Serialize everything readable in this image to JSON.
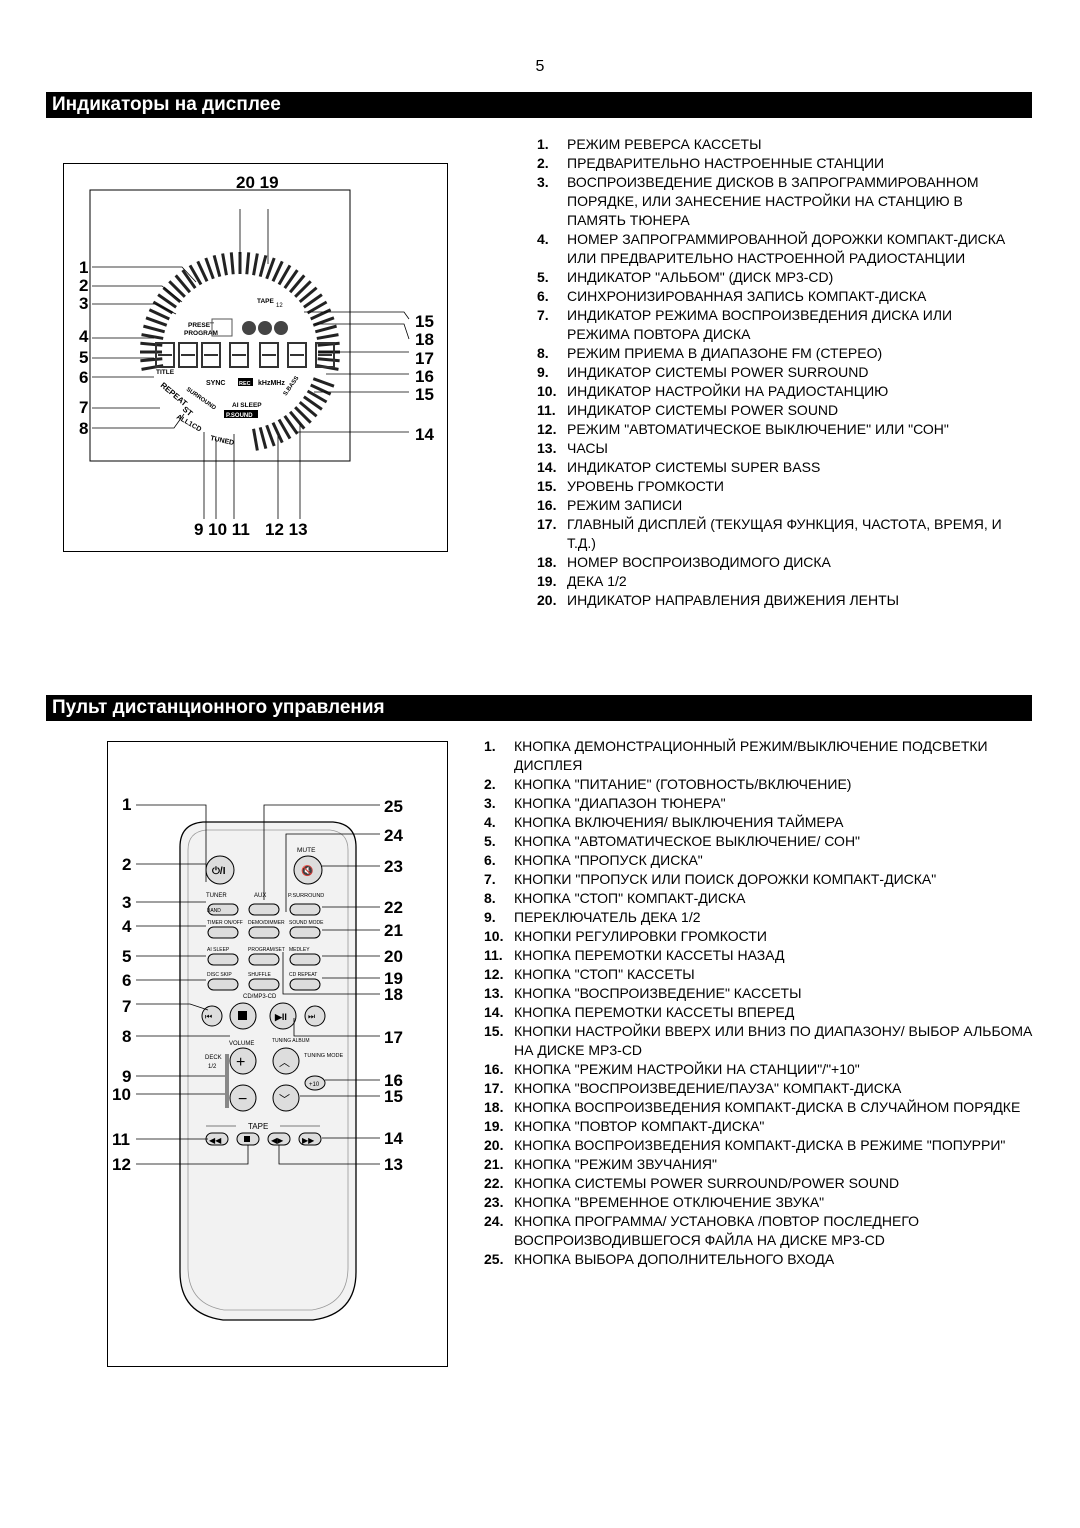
{
  "page_number": "5",
  "section1": {
    "title": "Индикаторы на дисплее",
    "callouts": {
      "left": [
        "1",
        "2",
        "3",
        "4",
        "5",
        "6",
        "7",
        "8"
      ],
      "right": [
        "15",
        "18",
        "17",
        "16",
        "15",
        "14"
      ],
      "top": "20 19",
      "bottom_a": "9 10 11",
      "bottom_b": "12 13"
    },
    "display_labels": {
      "preset": "PRESET",
      "program": "PROGRAM",
      "tape": "TAPE",
      "tape_num": "12",
      "title": "TITLE",
      "sync": "SYNC",
      "rec": "REC",
      "khzmhz": "kHzMHz",
      "ai_sleep": "AI SLEEP",
      "p_sound": "P.SOUND",
      "surround": "SURROUND",
      "sbass": "S.BASS",
      "repeat": "REPEAT",
      "st": "ST",
      "all1cd": "ALL1CD",
      "tuned": "TUNED"
    },
    "items": [
      {
        "n": "1.",
        "t": "РЕЖИМ РЕВЕРСА КАССЕТЫ"
      },
      {
        "n": "2.",
        "t": "ПРЕДВАРИТЕЛЬНО НАСТРОЕННЫЕ СТАНЦИИ"
      },
      {
        "n": "3.",
        "t": "ВОСПРОИЗВЕДЕНИЕ ДИСКОВ В ЗАПРОГРАММИРОВАННОМ ПОРЯДКЕ, ИЛИ ЗАНЕСЕНИЕ НАСТРОЙКИ НА СТАНЦИЮ В ПАМЯТЬ ТЮНЕРА"
      },
      {
        "n": "4.",
        "t": "НОМЕР ЗАПРОГРАММИРОВАННОЙ ДОРОЖКИ КОМПАКТ-ДИСКА ИЛИ ПРЕДВАРИТЕЛЬНО НАСТРОЕННОЙ РАДИОСТАНЦИИ"
      },
      {
        "n": "5.",
        "t": "ИНДИКАТОР \"АЛЬБОМ\" (ДИСК MP3-CD)"
      },
      {
        "n": "6.",
        "t": "СИНХРОНИЗИРОВАННАЯ ЗАПИСЬ КОМПАКТ-ДИСКА"
      },
      {
        "n": "7.",
        "t": "ИНДИКАТОР РЕЖИМА ВОСПРОИЗВЕДЕНИЯ ДИСКА ИЛИ РЕЖИМА ПОВТОРА ДИСКА"
      },
      {
        "n": "8.",
        "t": "РЕЖИМ ПРИЕМА В ДИАПАЗОНЕ FM (СТЕРЕО)"
      },
      {
        "n": "9.",
        "t": "ИНДИКАТОР СИСТЕМЫ POWER SURROUND"
      },
      {
        "n": "10.",
        "t": "ИНДИКАТОР НАСТРОЙКИ НА РАДИОСТАНЦИЮ"
      },
      {
        "n": "11.",
        "t": "ИНДИКАТОР СИСТЕМЫ POWER SOUND"
      },
      {
        "n": "12.",
        "t": "РЕЖИМ \"АВТОМАТИЧЕСКОЕ ВЫКЛЮЧЕНИЕ\" ИЛИ \"СОН\""
      },
      {
        "n": "13.",
        "t": "ЧАСЫ"
      },
      {
        "n": "14.",
        "t": "ИНДИКАТОР СИСТЕМЫ SUPER BASS"
      },
      {
        "n": "15.",
        "t": "УРОВЕНЬ ГРОМКОСТИ"
      },
      {
        "n": "16.",
        "t": "РЕЖИМ ЗАПИСИ"
      },
      {
        "n": "17.",
        "t": "ГЛАВНЫЙ ДИСПЛЕЙ (ТЕКУЩАЯ ФУНКЦИЯ, ЧАСТОТА, ВРЕМЯ, И Т.Д.)"
      },
      {
        "n": "18.",
        "t": "НОМЕР ВОСПРОИЗВОДИМОГО ДИСКА"
      },
      {
        "n": "19.",
        "t": "ДЕКА 1/2"
      },
      {
        "n": "20.",
        "t": "ИНДИКАТОР НАПРАВЛЕНИЯ ДВИЖЕНИЯ ЛЕНТЫ"
      }
    ]
  },
  "section2": {
    "title": "Пульт дистанционного управления",
    "callouts": {
      "left": [
        "1",
        "2",
        "3",
        "4",
        "5",
        "6",
        "7",
        "8",
        "9",
        "10",
        "11",
        "12"
      ],
      "right": [
        "25",
        "24",
        "23",
        "22",
        "21",
        "20",
        "19",
        "18",
        "17",
        "16",
        "15",
        "14",
        "13"
      ]
    },
    "remote_labels": {
      "mute": "MUTE",
      "tuner": "TUNER",
      "band": "BAND",
      "aux": "AUX",
      "psurround": "P.SURROUND",
      "timer": "TIMER ON/OFF",
      "demo": "DEMO/DIMMER",
      "sound_mode": "SOUND MODE",
      "ai_sleep": "AI SLEEP",
      "program_set": "PROGRAM/SET",
      "medley": "MEDLEY",
      "disc_skip": "DISC SKIP",
      "shuffle": "SHUFFLE",
      "cd_repeat": "CD REPEAT",
      "cdmp3": "CD/MP3-CD",
      "volume": "VOLUME",
      "tuning_album": "TUNING ALBUM",
      "deck": "DECK",
      "deck_num": "1/2",
      "tuning_mode": "TUNING MODE",
      "plus10": "+10",
      "tape": "TAPE"
    },
    "items": [
      {
        "n": "1.",
        "t": "КНОПКА ДЕМОНСТРАЦИОННЫЙ РЕЖИМ/ВЫКЛЮЧЕНИЕ ПОДСВЕТКИ ДИСПЛЕЯ"
      },
      {
        "n": "2.",
        "t": "КНОПКА \"ПИТАНИЕ\" (ГОТОВНОСТЬ/ВКЛЮЧЕНИЕ)"
      },
      {
        "n": "3.",
        "t": "КНОПКА \"ДИАПАЗОН ТЮНЕРА\""
      },
      {
        "n": "4.",
        "t": "КНОПКА ВКЛЮЧЕНИЯ/ ВЫКЛЮЧЕНИЯ ТАЙМЕРА"
      },
      {
        "n": "5.",
        "t": "КНОПКА \"АВТОМАТИЧЕСКОЕ ВЫКЛЮЧЕНИЕ/ СОН\""
      },
      {
        "n": "6.",
        "t": "КНОПКА \"ПРОПУСК ДИСКА\""
      },
      {
        "n": "7.",
        "t": "КНОПКИ \"ПРОПУСК ИЛИ ПОИСК ДОРОЖКИ КОМПАКТ-ДИСКА\""
      },
      {
        "n": "8.",
        "t": "КНОПКА \"СТОП\" КОМПАКТ-ДИСКА"
      },
      {
        "n": "9.",
        "t": "ПЕРЕКЛЮЧАТЕЛЬ ДЕКА 1/2"
      },
      {
        "n": "10.",
        "t": "КНОПКИ РЕГУЛИРОВКИ ГРОМКОСТИ"
      },
      {
        "n": "11.",
        "t": "КНОПКА ПЕРЕМОТКИ КАССЕТЫ НАЗАД"
      },
      {
        "n": "12.",
        "t": "КНОПКА \"СТОП\" КАССЕТЫ"
      },
      {
        "n": "13.",
        "t": "КНОПКА \"ВОСПРОИЗВЕДЕНИЕ\" КАССЕТЫ"
      },
      {
        "n": "14.",
        "t": "КНОПКА ПЕРЕМОТКИ КАССЕТЫ ВПЕРЕД"
      },
      {
        "n": "15.",
        "t": "КНОПКИ НАСТРОЙКИ ВВЕРХ ИЛИ ВНИЗ ПО ДИАПАЗОНУ/ ВЫБОР АЛЬБОМА НА ДИСКЕ MP3-CD"
      },
      {
        "n": "16.",
        "t": "КНОПКА \"РЕЖИМ НАСТРОЙКИ НА СТАНЦИИ\"/\"+10\""
      },
      {
        "n": "17.",
        "t": "КНОПКА \"ВОСПРОИЗВЕДЕНИЕ/ПАУЗА\" КОМПАКТ-ДИСКА"
      },
      {
        "n": "18.",
        "t": "КНОПКА ВОСПРОИЗВЕДЕНИЯ КОМПАКТ-ДИСКА В СЛУЧАЙНОМ ПОРЯДКЕ"
      },
      {
        "n": "19.",
        "t": "КНОПКА \"ПОВТОР КОМПАКТ-ДИСКА\""
      },
      {
        "n": "20.",
        "t": "КНОПКА ВОСПРОИЗВЕДЕНИЯ КОМПАКТ-ДИСКА В РЕЖИМЕ \"ПОПУРРИ\""
      },
      {
        "n": "21.",
        "t": "КНОПКА \"РЕЖИМ ЗВУЧАНИЯ\""
      },
      {
        "n": "22.",
        "t": "КНОПКА СИСТЕМЫ POWER SURROUND/POWER SOUND"
      },
      {
        "n": "23.",
        "t": "КНОПКА \"ВРЕМЕННОЕ ОТКЛЮЧЕНИЕ ЗВУКА\""
      },
      {
        "n": "24.",
        "t": "КНОПКА ПРОГРАММА/ УСТАНОВКА /ПОВТОР ПОСЛЕДНЕГО ВОСПРОИЗВОДИВШЕГОСЯ ФАЙЛА НА ДИСКЕ MP3-CD"
      },
      {
        "n": "25.",
        "t": "КНОПКА ВЫБОРА ДОПОЛНИТЕЛЬНОГО ВХОДА"
      }
    ]
  }
}
